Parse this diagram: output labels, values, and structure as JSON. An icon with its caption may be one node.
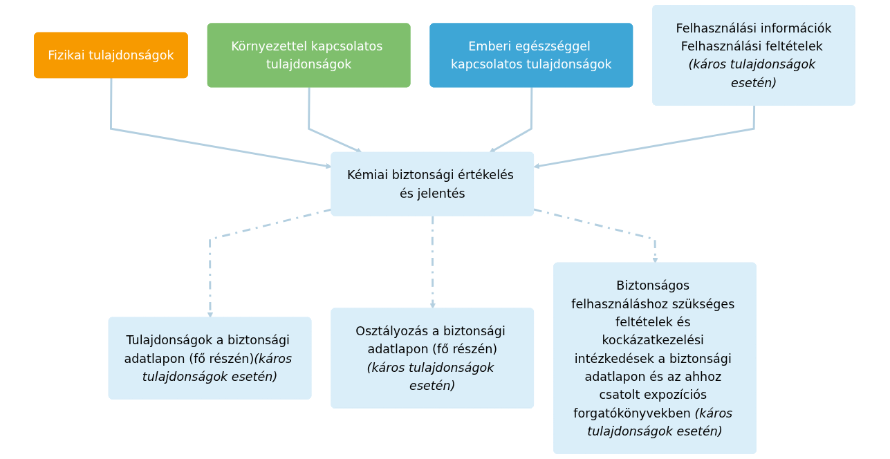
{
  "diagram": {
    "nodes": [
      {
        "text": [
          "Fizikai tulajdonságok"
        ]
      },
      {
        "text": [
          "Környezettel kapcsolatos tulajdonságok"
        ]
      },
      {
        "text": [
          "Emberi egészséggel kapcsolatos tulajdonságok"
        ]
      },
      {
        "text": [
          "Felhasználási információk",
          "Felhasználási feltételek *(káros tulajdonságok esetén)*"
        ]
      },
      {
        "text": [
          "Kémiai biztonsági értékelés és jelentés"
        ]
      },
      {
        "text": [
          "Tulajdonságok a biztonsági adatlapon (fő részén)*(káros tulajdonságok esetén)*"
        ]
      },
      {
        "text": [
          "Osztályozás a biztonsági adatlapon (fő részén)",
          "(káros tulajdonságok esetén)"
        ]
      },
      {
        "text": [
          "Biztonságos felhasználáshoz szükséges feltételek és kockázatkezelési intézkedések a biztonsági adatlapon és az ahhoz csatolt expozíciós forgatókönyvekben *(káros tulajdonságok esetén)*"
        ]
      }
    ],
    "edges": [
      {
        "from": 0,
        "to": 4,
        "arrow": "to"
      },
      {
        "from": 1,
        "to": 4,
        "arrow": "to"
      },
      {
        "from": 2,
        "to": 4,
        "arrow": "to"
      },
      {
        "from": 3,
        "to": 4,
        "arrow": "to"
      },
      {
        "from": 4,
        "to": 5,
        "arrow": "to",
        "style": "dashed"
      },
      {
        "from": 4,
        "to": 6,
        "arrow": "to",
        "style": "dashed"
      },
      {
        "from": 4,
        "to": 7,
        "arrow": "to",
        "style": "dashed"
      }
    ]
  }
}
